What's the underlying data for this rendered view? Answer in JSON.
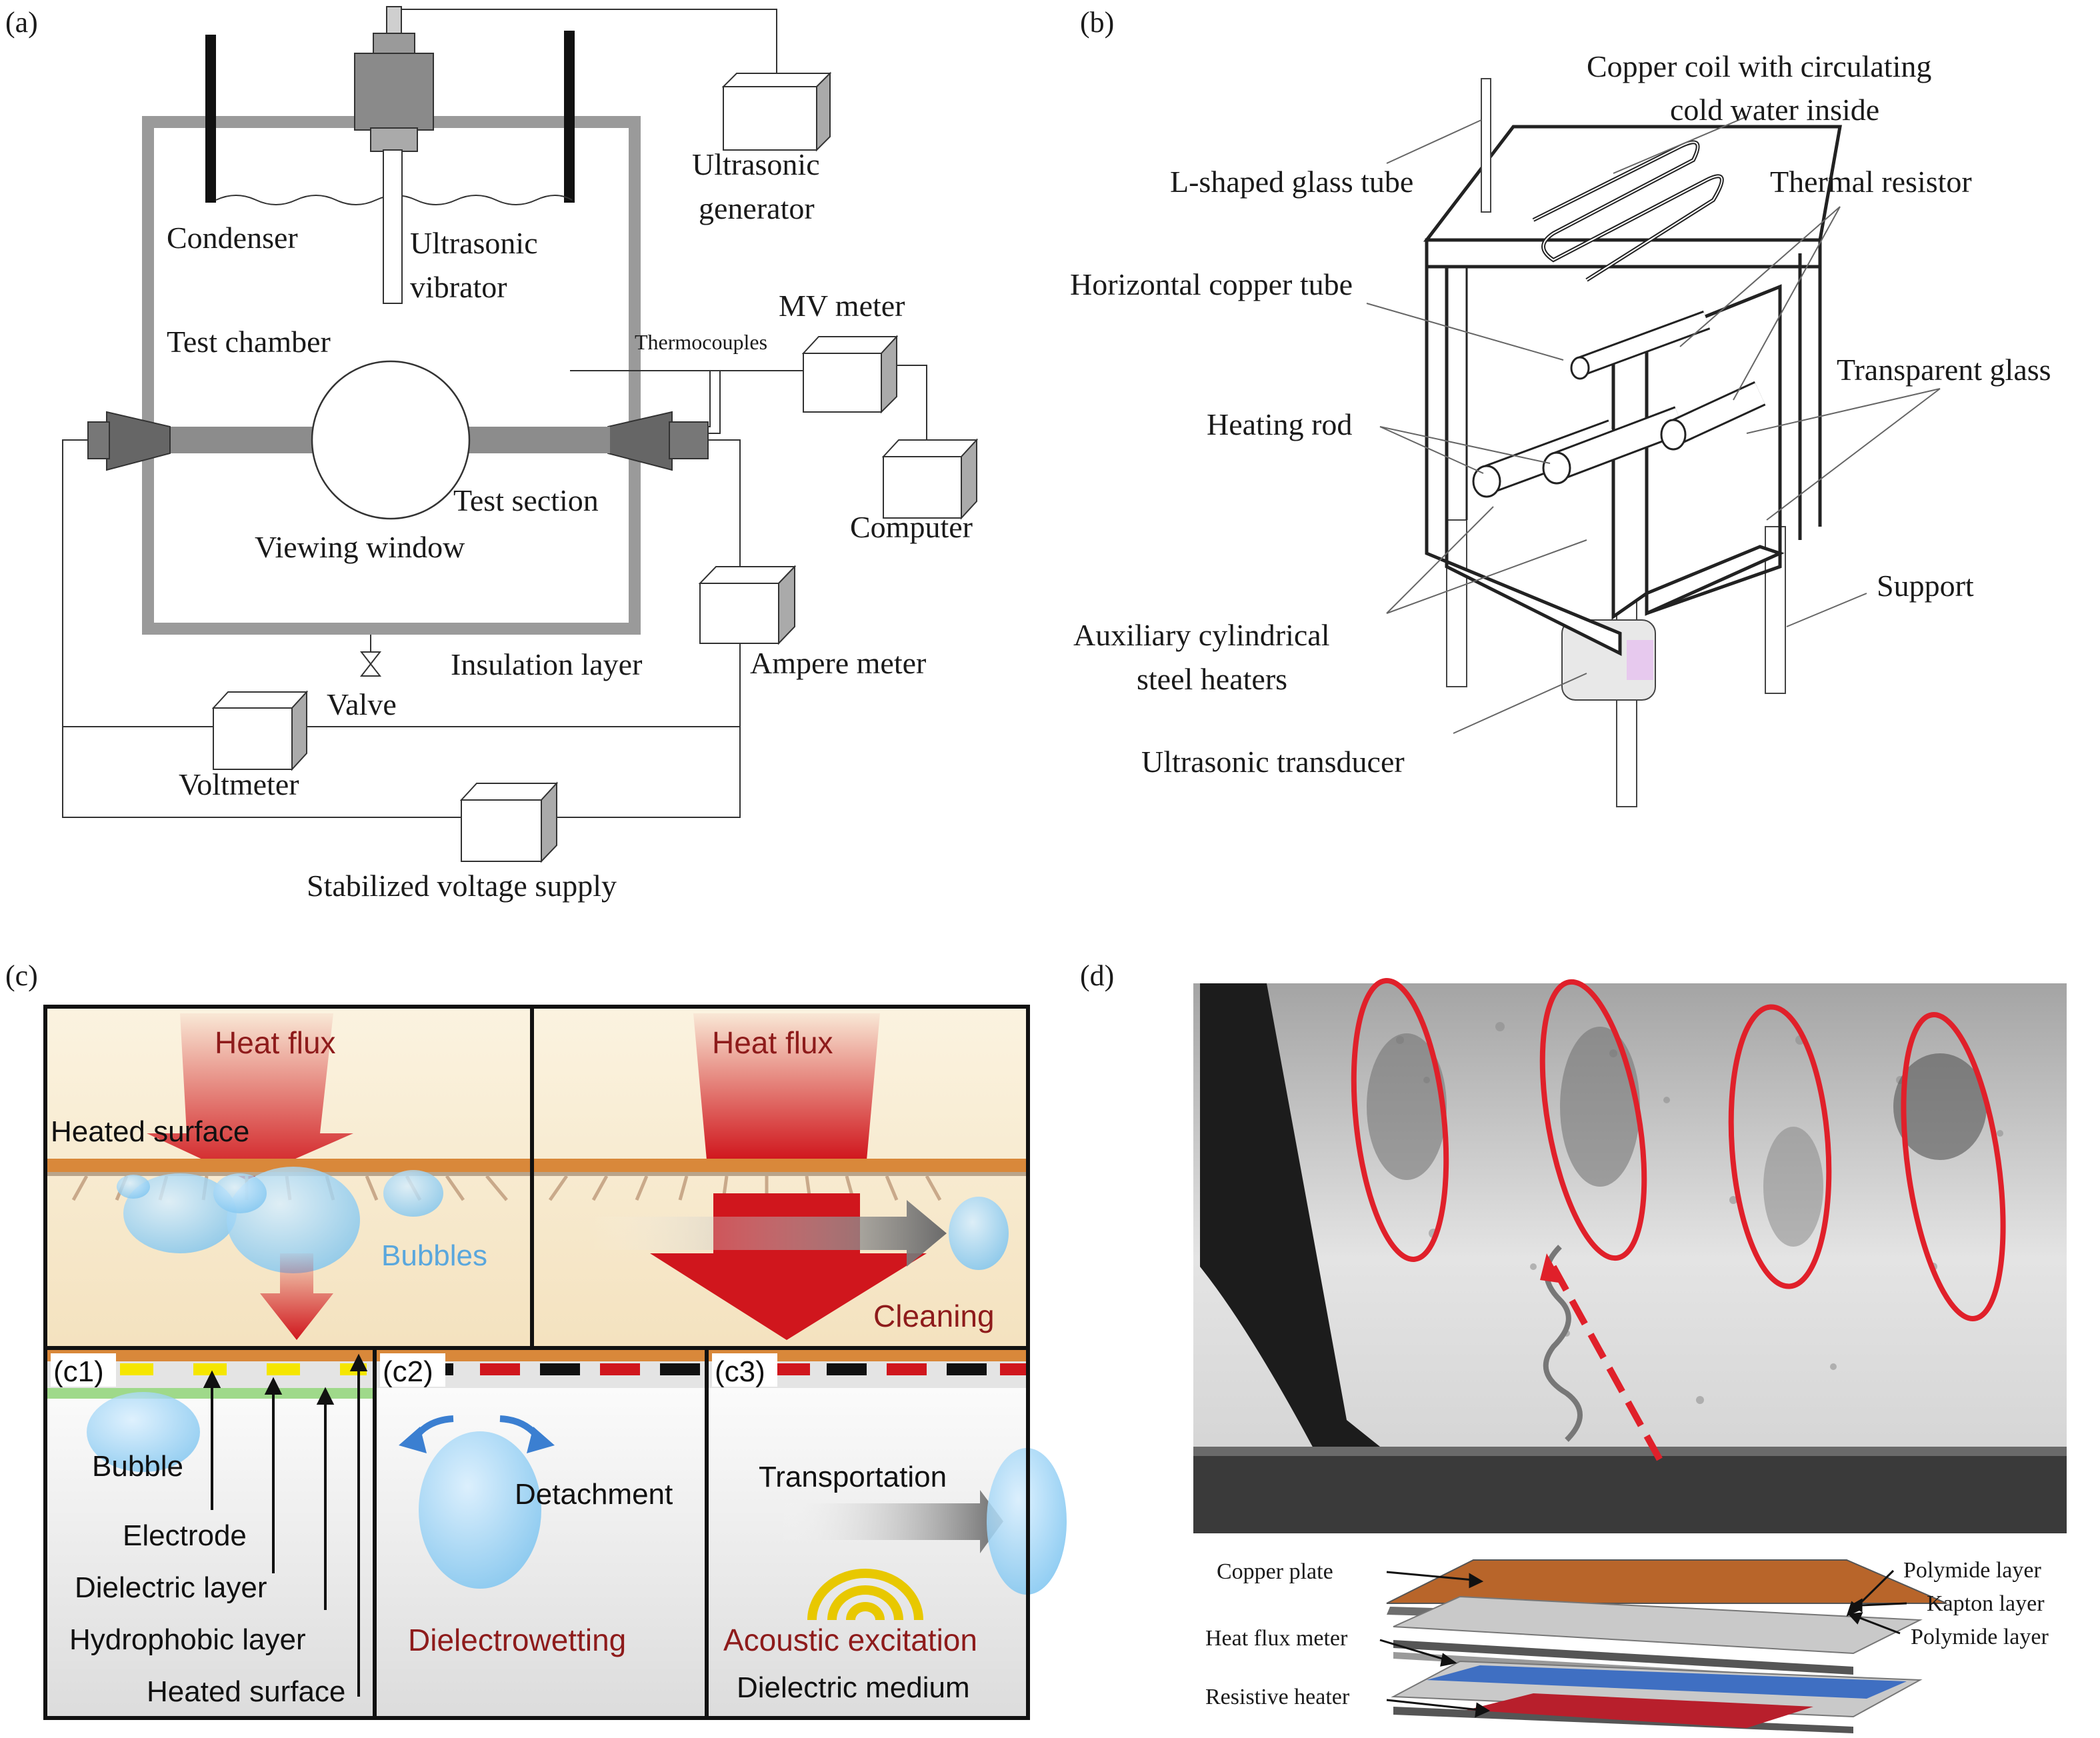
{
  "panel_a": {
    "tag": "(a)",
    "labels": {
      "condenser": "Condenser",
      "ultrasonic_vibrator_1": "Ultrasonic",
      "ultrasonic_vibrator_2": "vibrator",
      "ultrasonic_generator_1": "Ultrasonic",
      "ultrasonic_generator_2": "generator",
      "test_chamber": "Test chamber",
      "thermocouples": "Thermocouples",
      "mv_meter": "MV meter",
      "computer": "Computer",
      "test_section": "Test section",
      "viewing_window": "Viewing window",
      "insulation_layer": "Insulation layer",
      "ampere_meter": "Ampere meter",
      "valve": "Valve",
      "voltmeter": "Voltmeter",
      "stabilized_voltage_supply": "Stabilized voltage supply"
    }
  },
  "panel_b": {
    "tag": "(b)",
    "labels": {
      "copper_coil_1": "Copper coil with circulating",
      "copper_coil_2": "cold water inside",
      "l_shaped_glass_tube": "L-shaped glass tube",
      "thermal_resistor": "Thermal resistor",
      "horizontal_copper_tube": "Horizontal copper tube",
      "transparent_glass": "Transparent glass",
      "heating_rod": "Heating rod",
      "support": "Support",
      "aux_heaters_1": "Auxiliary cylindrical",
      "aux_heaters_2": "steel heaters",
      "ultrasonic_transducer": "Ultrasonic transducer"
    }
  },
  "panel_c": {
    "tag": "(c)",
    "labels": {
      "heat_flux_left": "Heat flux",
      "heat_flux_right": "Heat flux",
      "heated_surface_top": "Heated surface",
      "bubbles": "Bubbles",
      "cleaning": "Cleaning",
      "c1": "(c1)",
      "c2": "(c2)",
      "c3": "(c3)",
      "bubble": "Bubble",
      "electrode": "Electrode",
      "dielectric_layer": "Dielectric layer",
      "hydrophobic_layer": "Hydrophobic layer",
      "heated_surface_bottom": "Heated surface",
      "detachment": "Detachment",
      "dielectrowetting": "Dielectrowetting",
      "transportation": "Transportation",
      "acoustic_excitation": "Acoustic excitation",
      "dielectric_medium": "Dielectric medium"
    },
    "colors": {
      "heat_red": "#d0161d",
      "bubble_blue": "#8fd0f5",
      "copper": "#d9883a",
      "electrode_yellow": "#f5e600",
      "hydrophobic_green": "#9fd98a"
    }
  },
  "panel_d": {
    "tag": "(d)",
    "labels": {
      "copper_plate": "Copper plate",
      "polymide_layer_top": "Polymide layer",
      "kapton_layer": "Kapton layer",
      "polymide_layer_bottom": "Polymide layer",
      "heat_flux_meter": "Heat flux meter",
      "resistive_heater": "Resistive heater"
    },
    "colors": {
      "ellipse_red": "#e0202a",
      "copper_plate": "#b8652a",
      "heat_flux_meter": "#3f6fc2",
      "resistive_heater": "#b81f2c"
    }
  }
}
